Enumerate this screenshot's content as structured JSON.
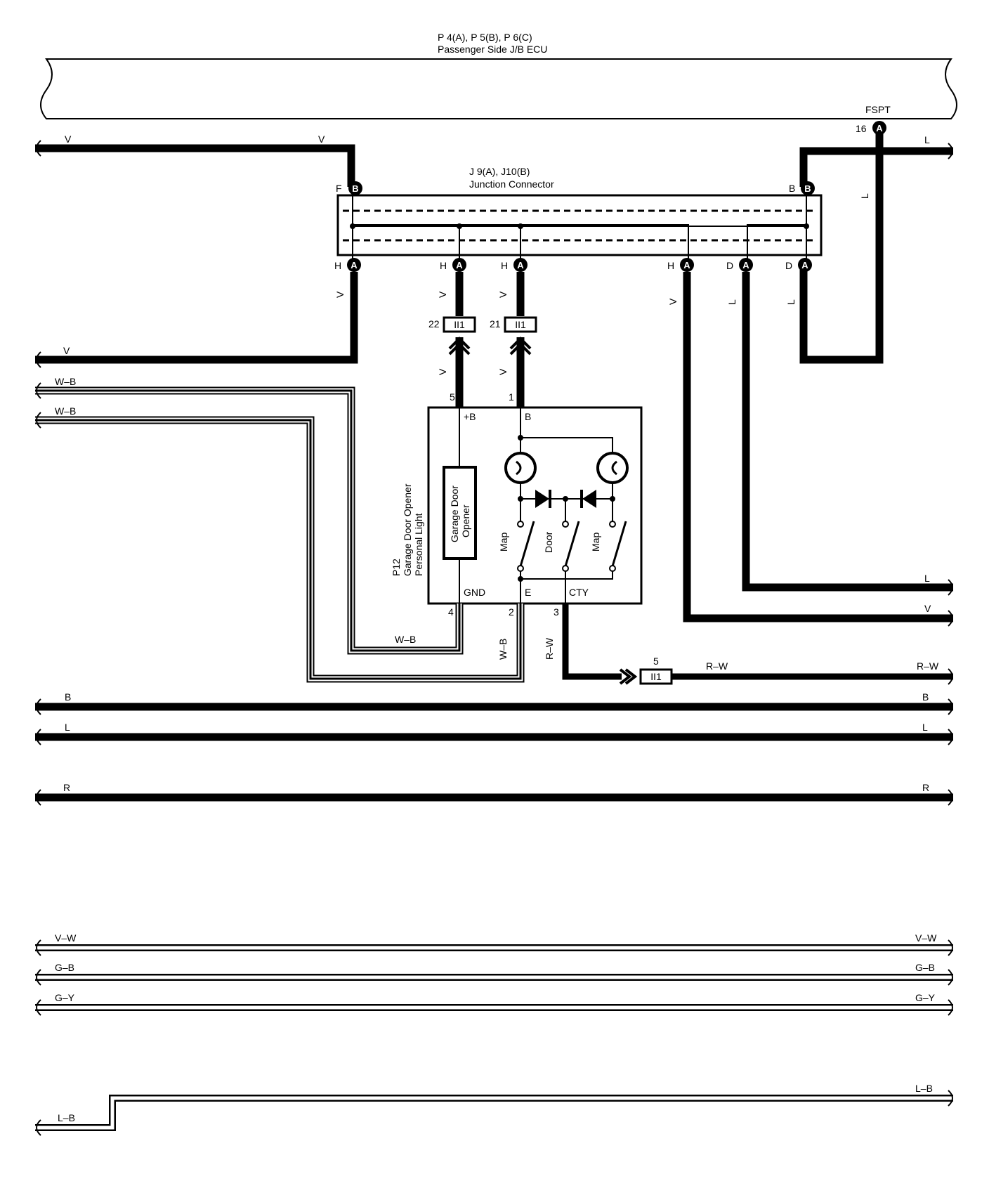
{
  "ecu": {
    "code": "P 4(A), P 5(B), P 6(C)",
    "name": "Passenger Side J/B ECU",
    "terminal_name": "FSPT",
    "terminal_pin": "16"
  },
  "junction": {
    "code": "J 9(A), J10(B)",
    "name": "Junction Connector",
    "pins": [
      "F",
      "B",
      "H",
      "H",
      "H",
      "H",
      "D",
      "D"
    ],
    "connector_letters": [
      "B",
      "B",
      "A",
      "A",
      "A",
      "A",
      "A",
      "A",
      "A"
    ]
  },
  "inline": {
    "name": "II1",
    "pins": [
      "22",
      "21",
      "5"
    ]
  },
  "component": {
    "code": "P12",
    "name_line1": "Garage Door Opener",
    "name_line2": "Personal Light",
    "inner_box_line1": "Garage Door",
    "inner_box_line2": "Opener",
    "switches": [
      "Map",
      "Door",
      "Map"
    ],
    "terminals": [
      "+B",
      "B",
      "GND",
      "E",
      "CTY"
    ],
    "pins": [
      "5",
      "1",
      "4",
      "2",
      "3"
    ]
  },
  "wires": {
    "top_left_v": [
      "V",
      "V"
    ],
    "top_right_l": "L",
    "jc_out": [
      "V",
      "L",
      "L"
    ],
    "mid_v": "V",
    "stub_v": [
      "V",
      "V"
    ],
    "wb": [
      "W–B",
      "W–B",
      "W–B",
      "W–B"
    ],
    "rw": [
      "R–W",
      "R–W",
      "R–W"
    ],
    "right_l": "L",
    "right_v": "V",
    "bus_b": [
      "B",
      "B"
    ],
    "bus_l": [
      "L",
      "L"
    ],
    "bus_r": [
      "R",
      "R"
    ],
    "bus_vw": [
      "V–W",
      "V–W"
    ],
    "bus_gb": [
      "G–B",
      "G–B"
    ],
    "bus_gy": [
      "G–Y",
      "G–Y"
    ],
    "bus_lb": [
      "L–B",
      "L–B"
    ]
  }
}
